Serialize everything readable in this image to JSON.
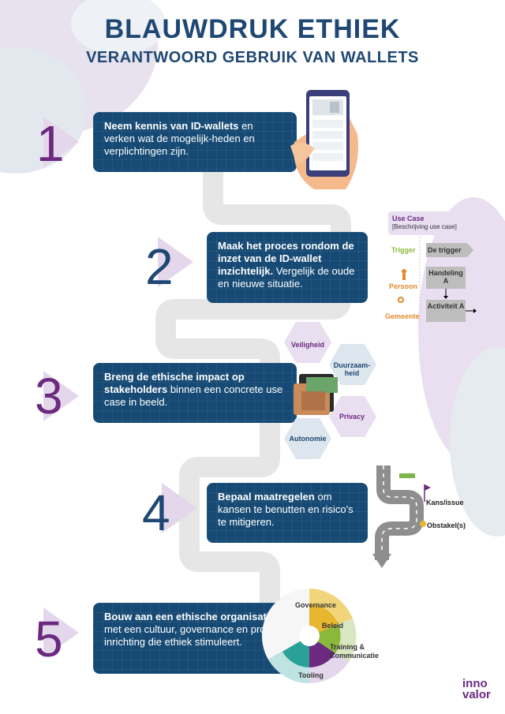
{
  "header": {
    "title": "BLAUWDRUK ETHIEK",
    "subtitle": "VERANTWOORD GEBRUIK VAN WALLETS"
  },
  "steps": [
    {
      "number": "1",
      "bold": "Neem kennis van ID-wallets",
      "rest": "en verken wat de mogelijk-heden en verplichtingen zijn."
    },
    {
      "number": "2",
      "bold": "Maak het proces rondom de inzet van de ID-wallet inzichtelijk.",
      "rest": "Vergelijk de oude en nieuwe situatie."
    },
    {
      "number": "3",
      "bold": "Breng de ethische impact op stakeholders",
      "rest": "binnen een concrete use case in beeld."
    },
    {
      "number": "4",
      "bold": "Bepaal maatregelen",
      "rest": "om kansen te benutten en risico's te mitigeren."
    },
    {
      "number": "5",
      "bold": "Bouw aan een ethische organisatie,",
      "rest": "met een cultuur, governance en proces inrichting die ethiek stimuleert."
    }
  ],
  "use_case": {
    "title": "Use Case",
    "subtitle": "[Beschrijving use case]",
    "rows": [
      "Trigger",
      "Persoon",
      "Gemeente"
    ],
    "boxes": [
      "De trigger",
      "Handeling A",
      "Activiteit A"
    ]
  },
  "values": [
    "Veiligheid",
    "Duurzaam-heid",
    "Privacy",
    "Autonomie"
  ],
  "roadmap": {
    "opportunity": "Kans/issue",
    "obstacle": "Obstakel(s)"
  },
  "org_wheel": [
    "Governance",
    "Beleid",
    "Training & Communicatie",
    "Tooling"
  ],
  "logo": {
    "line1": "inno",
    "line2": "valor"
  },
  "colors": {
    "navy": "#1e4873",
    "card": "#164a74",
    "purple": "#6b2a80",
    "lilac": "#e4d7ec",
    "grey_path": "#e6e6e6"
  }
}
